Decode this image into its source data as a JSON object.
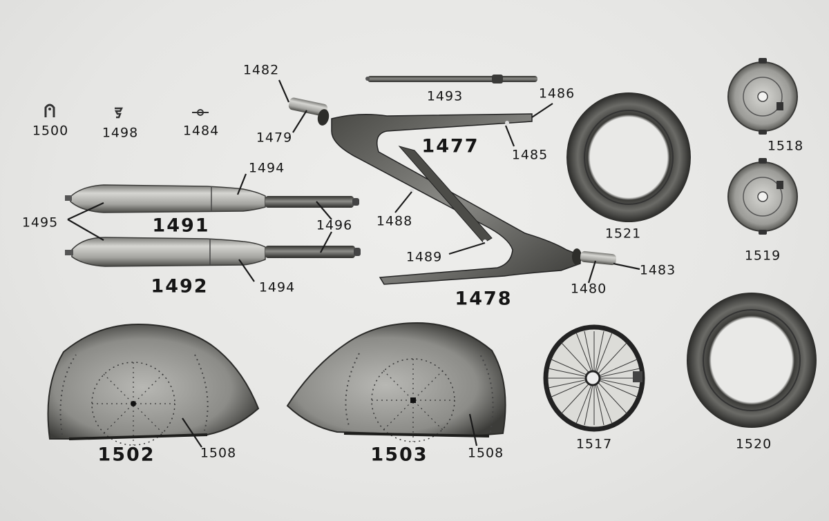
{
  "labels": {
    "l1482": "1482",
    "l1493": "1493",
    "l1486": "1486",
    "l1500": "1500",
    "l1498": "1498",
    "l1484": "1484",
    "l1479": "1479",
    "l1477": "1477",
    "l1485": "1485",
    "l1518": "1518",
    "l1494a": "1494",
    "l1495": "1495",
    "l1491": "1491",
    "l1496": "1496",
    "l1488": "1488",
    "l1521": "1521",
    "l1489": "1489",
    "l1519": "1519",
    "l1483": "1483",
    "l1492": "1492",
    "l1494b": "1494",
    "l1480": "1480",
    "l1478": "1478",
    "l1502": "1502",
    "l1508a": "1508",
    "l1503": "1503",
    "l1508b": "1508",
    "l1517": "1517",
    "l1520": "1520"
  },
  "icons": [
    "clip-icon",
    "spring-icon",
    "pin-icon",
    "rod-icon",
    "frame-icon",
    "tube-icon",
    "tire-icon",
    "hub-plate-icon",
    "spoked-wheel-icon",
    "fender-icon"
  ],
  "colors": {
    "paper": "#e9e9e7",
    "ink": "#151515",
    "metal_dark": "#3a3a38",
    "metal_light": "#bdbdb9"
  }
}
